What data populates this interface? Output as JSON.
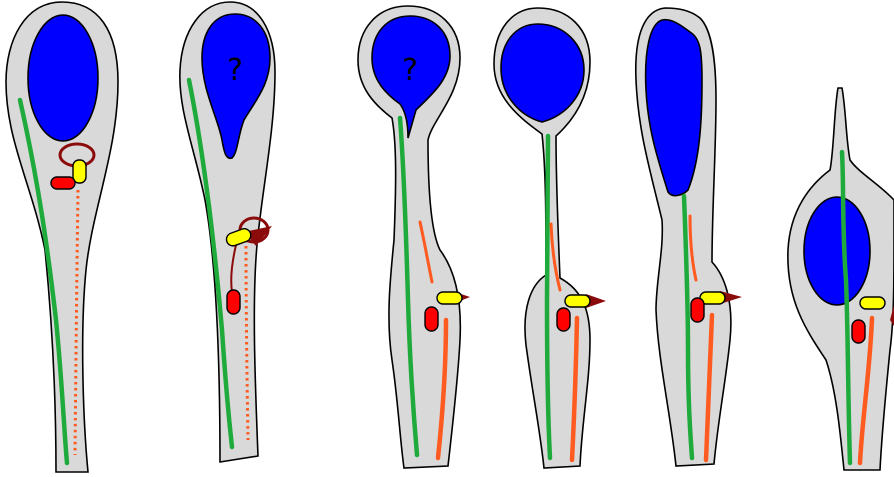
{
  "diagram": {
    "colors": {
      "cell": "#d9d9d9",
      "nucleus": "#0000ff",
      "green_fiber": "#1faa3c",
      "orange_fiber": "#ff5a1f",
      "red_body": "#ff0000",
      "yellow_body": "#ffff00",
      "dark_red": "#8b0a0a",
      "outline": "#000000"
    },
    "icons": [
      "cell-shape",
      "nucleus-shape",
      "microtubule-line",
      "red-capsule",
      "yellow-capsule",
      "ring-shape",
      "arrow-tip"
    ],
    "question_marks": [
      "?",
      "?"
    ]
  }
}
